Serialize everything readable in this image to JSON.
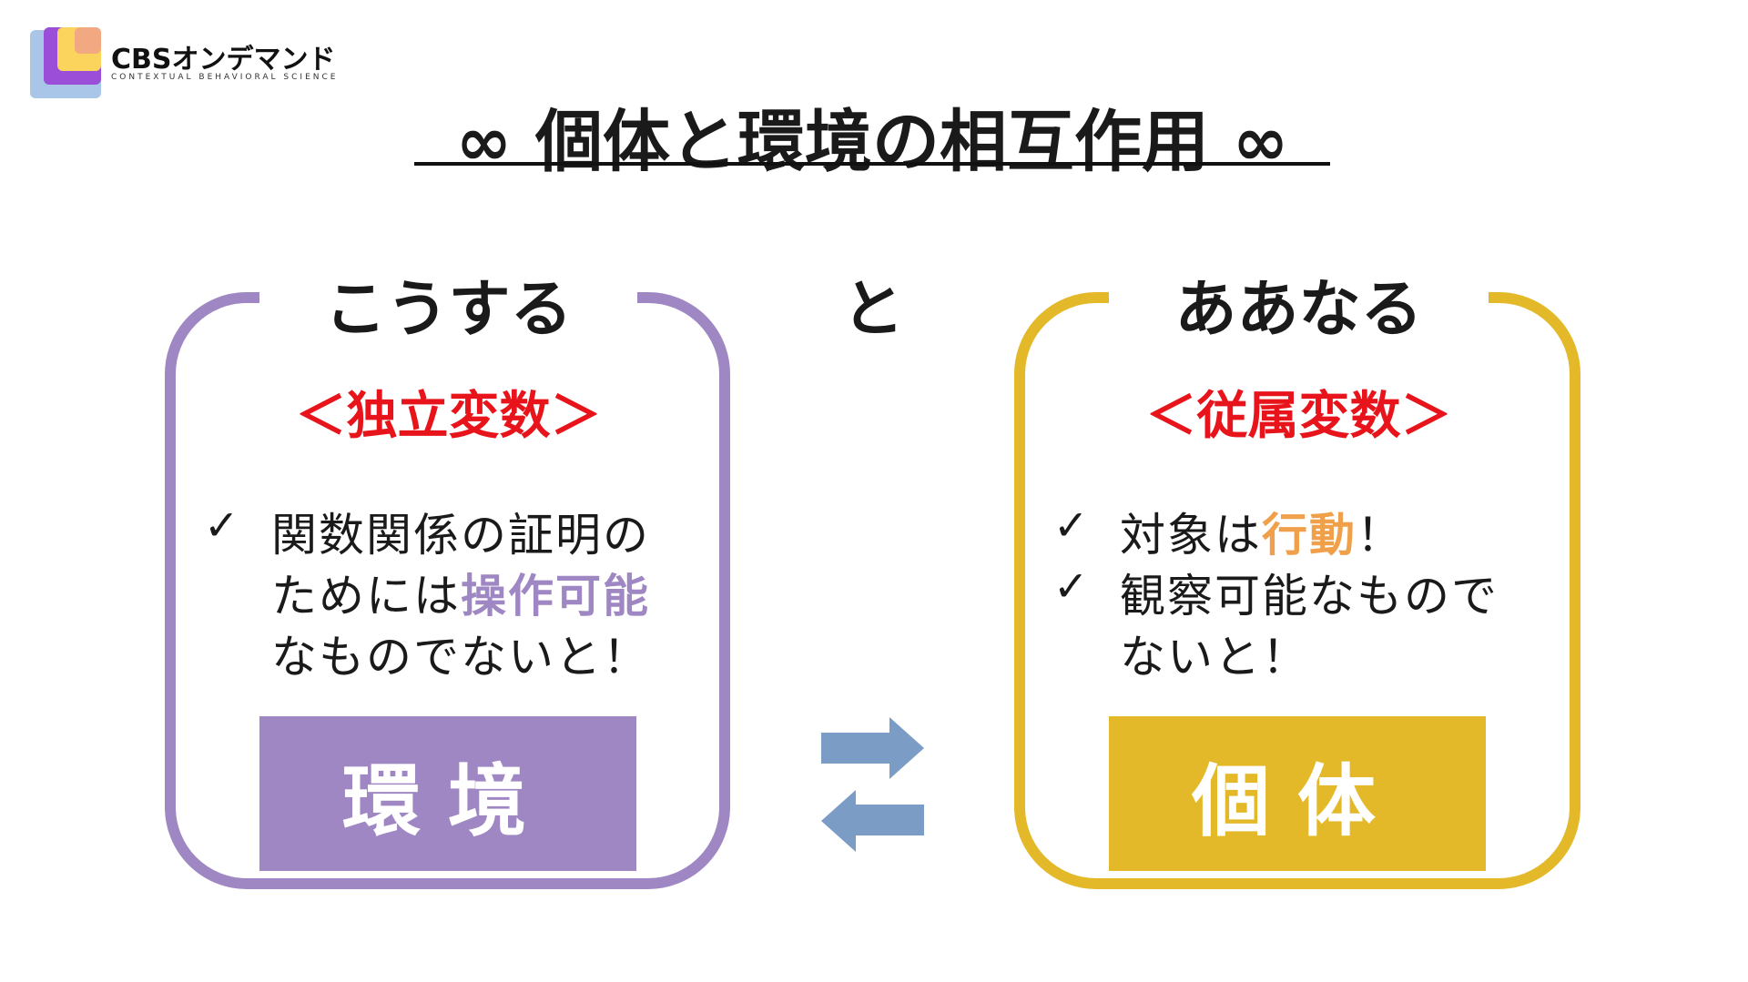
{
  "logo": {
    "name": "CBSオンデマンド",
    "tagline": "CONTEXTUAL BEHAVIORAL SCIENCE"
  },
  "title": "∞ 個体と環境の相互作用 ∞",
  "connector": "と",
  "left": {
    "heading": "こうする",
    "subheading": "＜独立変数＞",
    "bullets": [
      {
        "line1": "関数関係の証明の",
        "line2_pre": "ためには",
        "line2_emph": "操作可能",
        "line3": "なものでないと！"
      }
    ],
    "label": "環境"
  },
  "right": {
    "heading": "ああなる",
    "subheading": "＜従属変数＞",
    "bullet1_pre": "対象は",
    "bullet1_emph": "行動",
    "bullet1_post": "！",
    "bullet2_line1": "観察可能なもので",
    "bullet2_line2": "ないと！",
    "label": "個体"
  },
  "colors": {
    "purple": "#9e87c2",
    "yellow": "#e3b92a",
    "red": "#e8141b",
    "orange": "#f0a04b",
    "arrow": "#7b9cc4"
  },
  "icons": {
    "check": "✓"
  }
}
